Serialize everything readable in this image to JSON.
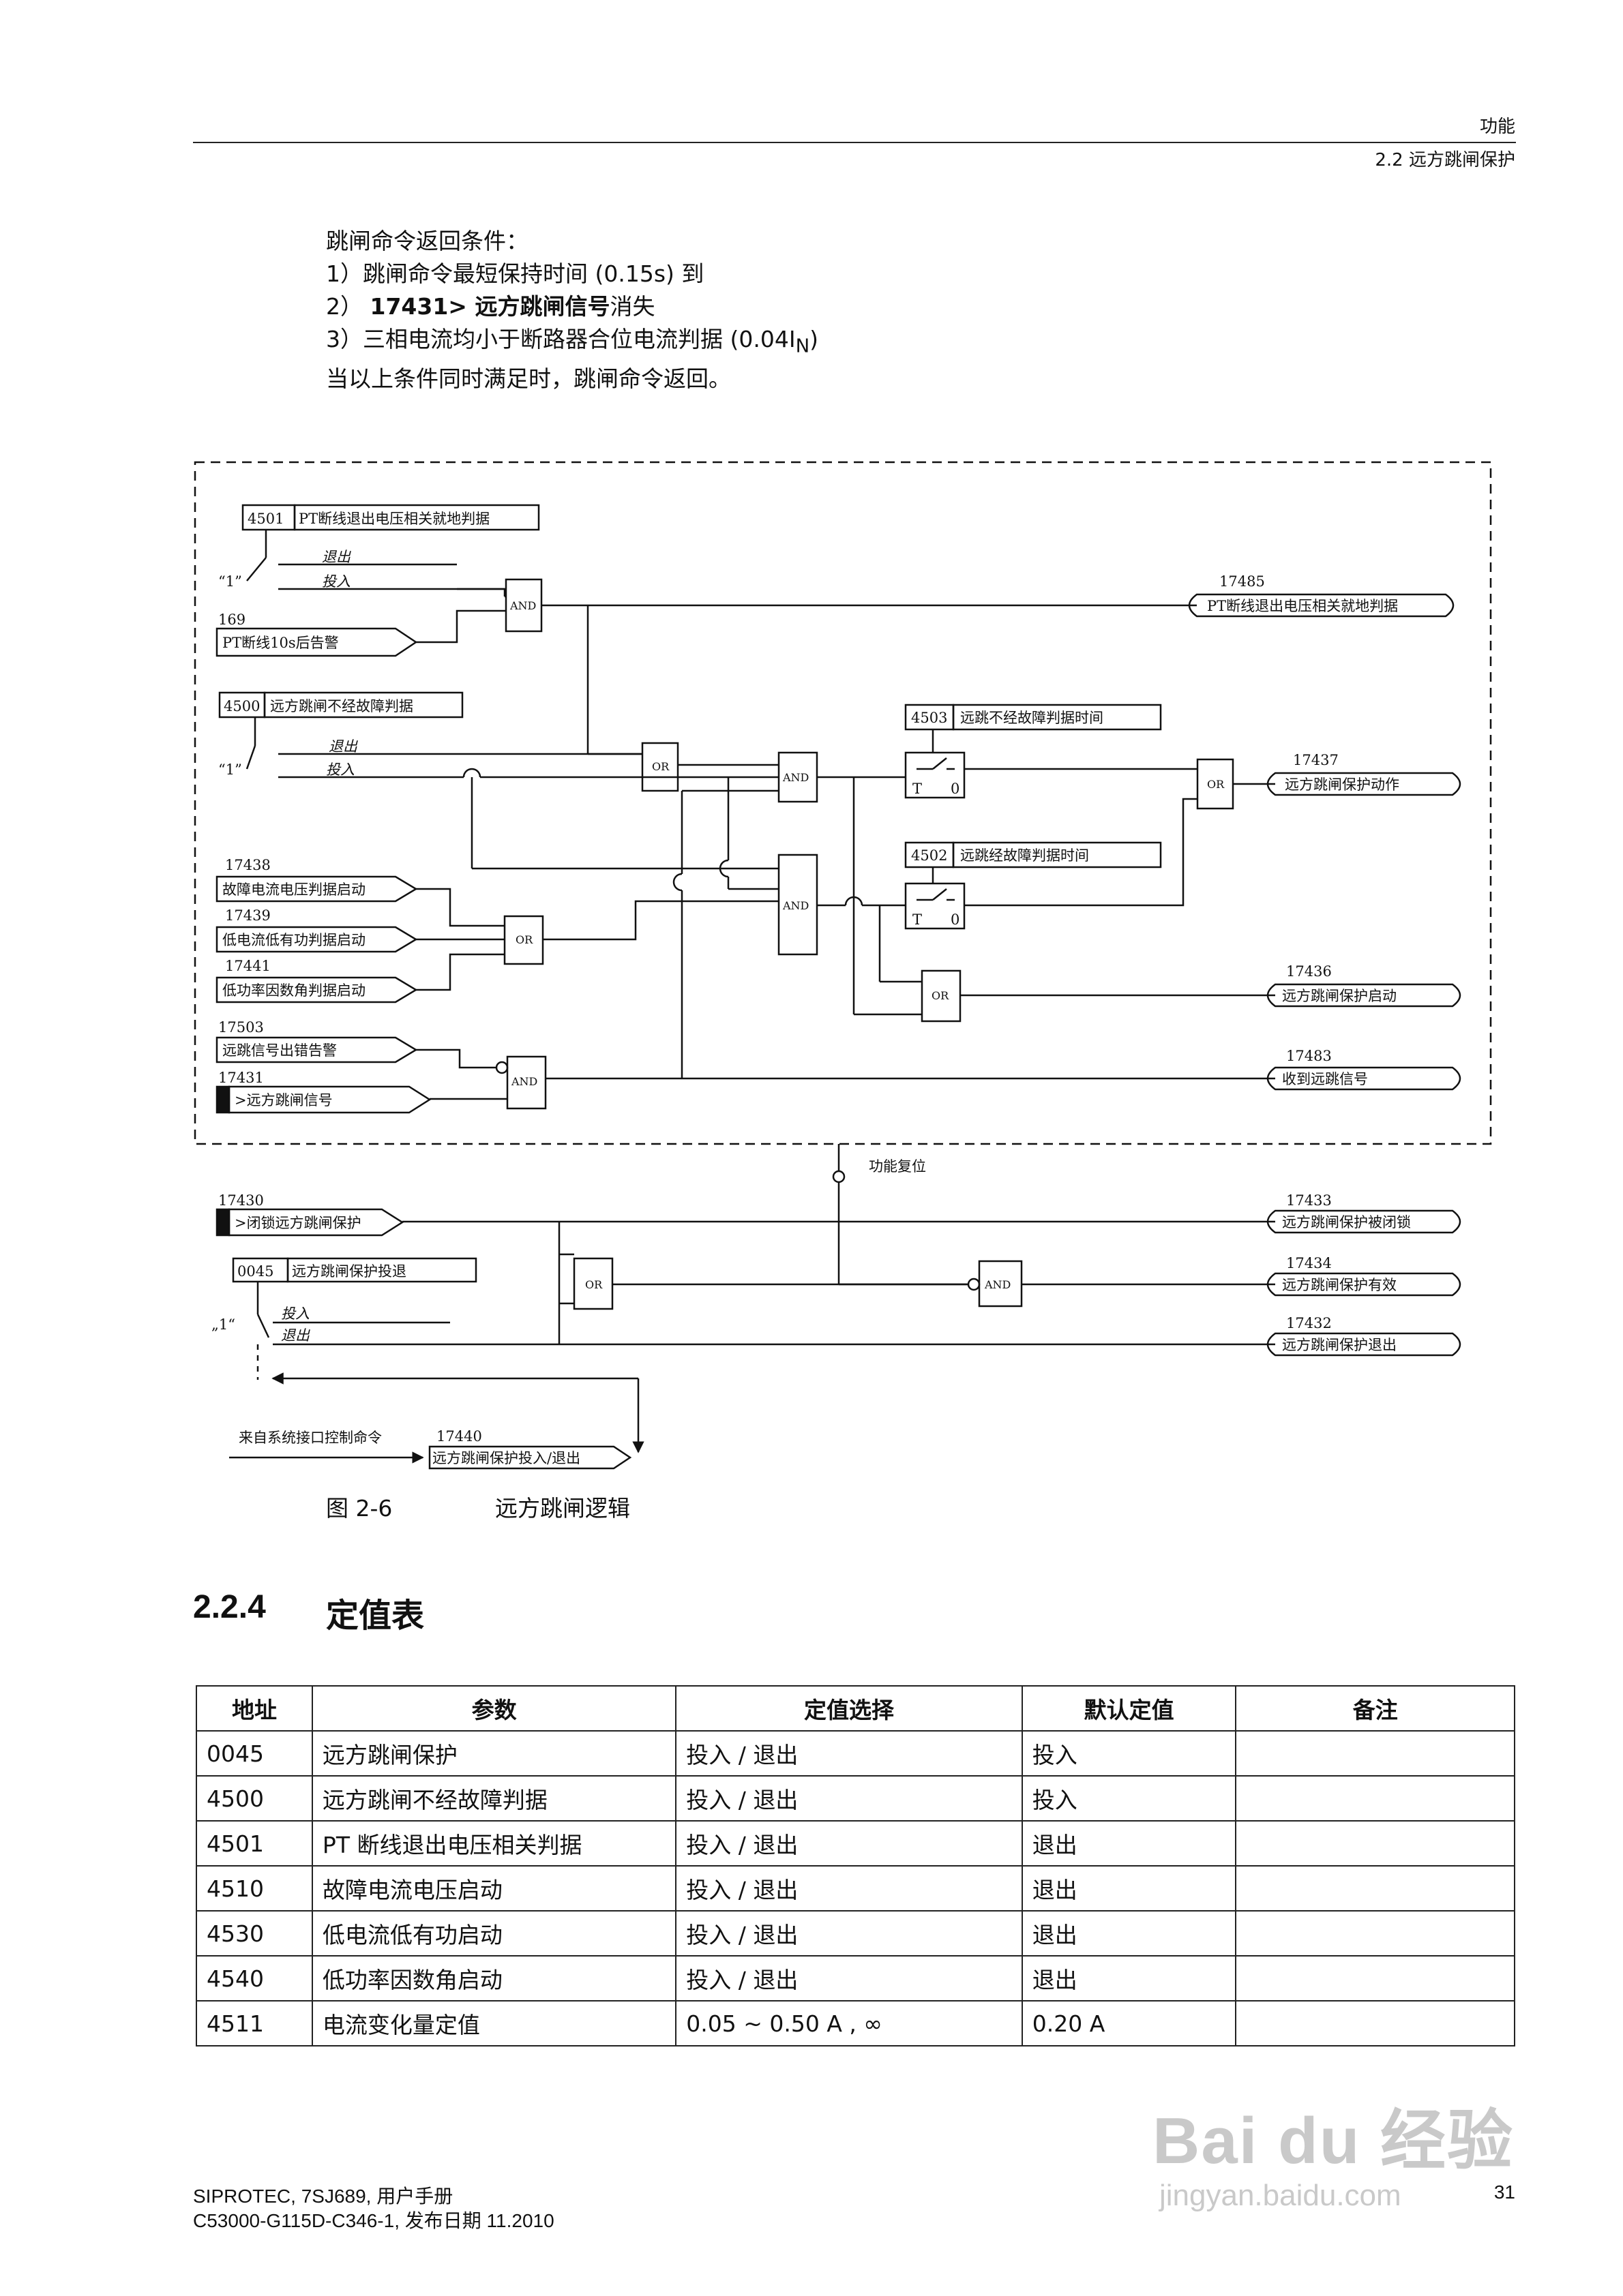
{
  "header": {
    "chapter": "功能",
    "section": "2.2 远方跳闸保护"
  },
  "intro": {
    "line1": "跳闸命令返回条件：",
    "line2": "1）跳闸命令最短保持时间 (0.15s) 到",
    "line3_prefix": "2） ",
    "line3_bold": "17431> 远方跳闸信号",
    "line3_suffix": "消失",
    "line4_prefix": "3）三相电流均小于断路器合位电流判据 (0.04I",
    "line4_sub": "N",
    "line4_suffix": ")",
    "line5": "当以上条件同时满足时，跳闸命令返回。"
  },
  "diagram": {
    "lbl_4501": "4501",
    "lbl_4501_text": "PT断线退出电压相关就地判据",
    "lbl_one_a": "“1”",
    "lbl_exit_a": "退出",
    "lbl_in_a": "投入",
    "lbl_169": "169",
    "lbl_169_text": "PT断线10s后告警",
    "lbl_4500": "4500",
    "lbl_4500_text": "远方跳闸不经故障判据",
    "lbl_one_b": "“1”",
    "lbl_exit_b": "退出",
    "lbl_in_b": "投入",
    "lbl_17438": "17438",
    "lbl_17438_text": "故障电流电压判据启动",
    "lbl_17439": "17439",
    "lbl_17439_text": "低电流低有功判据启动",
    "lbl_17441": "17441",
    "lbl_17441_text": "低功率因数角判据启动",
    "lbl_17503": "17503",
    "lbl_17503_text": "远跳信号出错告警",
    "lbl_17431": "17431",
    "lbl_17431_text": ">远方跳闸信号",
    "lbl_4503": "4503",
    "lbl_4503_text": "远跳不经故障判据时间",
    "lbl_4502": "4502",
    "lbl_4502_text": "远跳经故障判据时间",
    "lbl_t": "T",
    "lbl_zero": "0",
    "gate_and": "AND",
    "gate_or": "OR",
    "lbl_17485": "17485",
    "lbl_17485_text": "PT断线退出电压相关就地判据",
    "lbl_17437": "17437",
    "lbl_17437_text": "远方跳闸保护动作",
    "lbl_17436": "17436",
    "lbl_17436_text": "远方跳闸保护启动",
    "lbl_17483": "17483",
    "lbl_17483_text": "收到远跳信号",
    "lbl_reset": "功能复位",
    "lbl_17430": "17430",
    "lbl_17430_text": ">闭锁远方跳闸保护",
    "lbl_0045": "0045",
    "lbl_0045_text": "远方跳闸保护投退",
    "lbl_one_c": "„1“",
    "lbl_in_c": "投入",
    "lbl_exit_c": "退出",
    "lbl_17433": "17433",
    "lbl_17433_text": "远方跳闸保护被闭锁",
    "lbl_17434": "17434",
    "lbl_17434_text": "远方跳闸保护有效",
    "lbl_17432": "17432",
    "lbl_17432_text": "远方跳闸保护退出",
    "lbl_sys_cmd": "来自系统接口控制命令",
    "lbl_17440": "17440",
    "lbl_17440_text": "远方跳闸保护投入/退出"
  },
  "figure": {
    "number": "图  2-6",
    "title": "远方跳闸逻辑"
  },
  "section": {
    "number": "2.2.4",
    "title": "定值表"
  },
  "table": {
    "headers": [
      "地址",
      "参数",
      "定值选择",
      "默认定值",
      "备注"
    ],
    "rows": [
      [
        "0045",
        "远方跳闸保护",
        "投入 / 退出",
        "投入",
        ""
      ],
      [
        "4500",
        "远方跳闸不经故障判据",
        "投入 / 退出",
        "投入",
        ""
      ],
      [
        "4501",
        "PT 断线退出电压相关判据",
        "投入 / 退出",
        "退出",
        ""
      ],
      [
        "4510",
        "故障电流电压启动",
        "投入 / 退出",
        "退出",
        ""
      ],
      [
        "4530",
        "低电流低有功启动",
        "投入 / 退出",
        "退出",
        ""
      ],
      [
        "4540",
        "低功率因数角启动",
        "投入 / 退出",
        "退出",
        ""
      ],
      [
        "4511",
        "电流变化量定值",
        "0.05 ~ 0.50 A , ∞",
        "0.20 A",
        ""
      ]
    ]
  },
  "footer": {
    "line1": "SIPROTEC, 7SJ689, 用户手册",
    "line2": "C53000-G115D-C346-1, 发布日期 11.2010",
    "page": "31"
  },
  "watermark": {
    "brand": "Bai du 经验",
    "url": "jingyan.baidu.com"
  }
}
